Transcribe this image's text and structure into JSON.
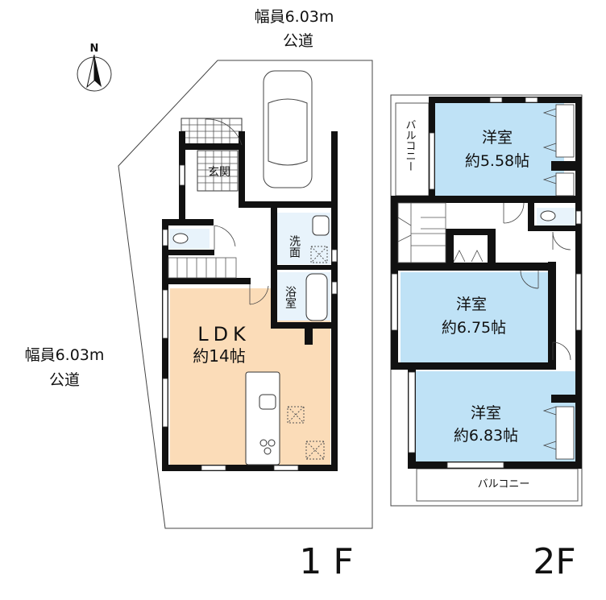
{
  "compass": {
    "label": "N"
  },
  "roads": {
    "top": {
      "width": "幅員6.03m",
      "type": "公道"
    },
    "left": {
      "width": "幅員6.03m",
      "type": "公道"
    }
  },
  "floor1": {
    "label": "1F",
    "rooms": {
      "entrance": "玄関",
      "washroom": "洗面",
      "bathroom": "浴室",
      "ldk_name": "LDK",
      "ldk_size": "約14帖"
    }
  },
  "floor2": {
    "label": "2F",
    "rooms": [
      {
        "name": "洋室",
        "size": "約5.58帖"
      },
      {
        "name": "洋室",
        "size": "約6.75帖"
      },
      {
        "name": "洋室",
        "size": "約6.83帖"
      }
    ],
    "balcony_side": "バルコニー",
    "balcony_bottom": "バルコニー"
  },
  "colors": {
    "ldk": "#fbdcb8",
    "room": "#bfe2f6",
    "wet": "#e8f3fb",
    "wall": "#111111"
  }
}
